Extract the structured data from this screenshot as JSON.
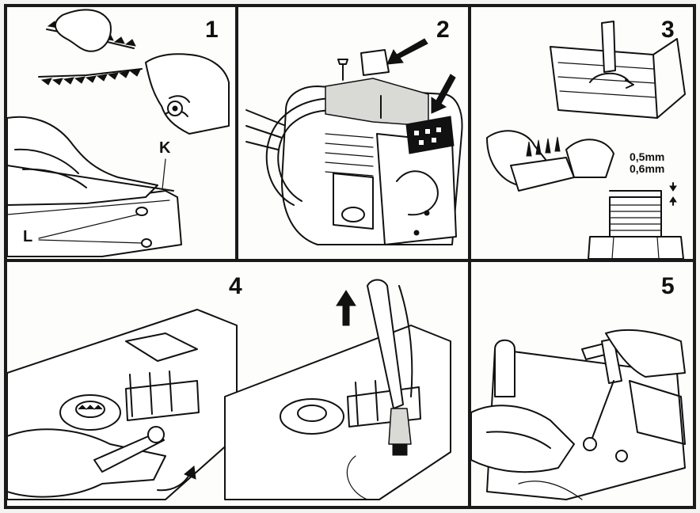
{
  "steps": [
    {
      "number": "1",
      "labels": {
        "k": "K",
        "l": "L"
      }
    },
    {
      "number": "2"
    },
    {
      "number": "3",
      "gap_min": "0,5mm",
      "gap_max": "0,6mm"
    },
    {
      "number": "4"
    },
    {
      "number": "5"
    }
  ],
  "colors": {
    "ink": "#111111",
    "paper": "#fdfdfb"
  }
}
